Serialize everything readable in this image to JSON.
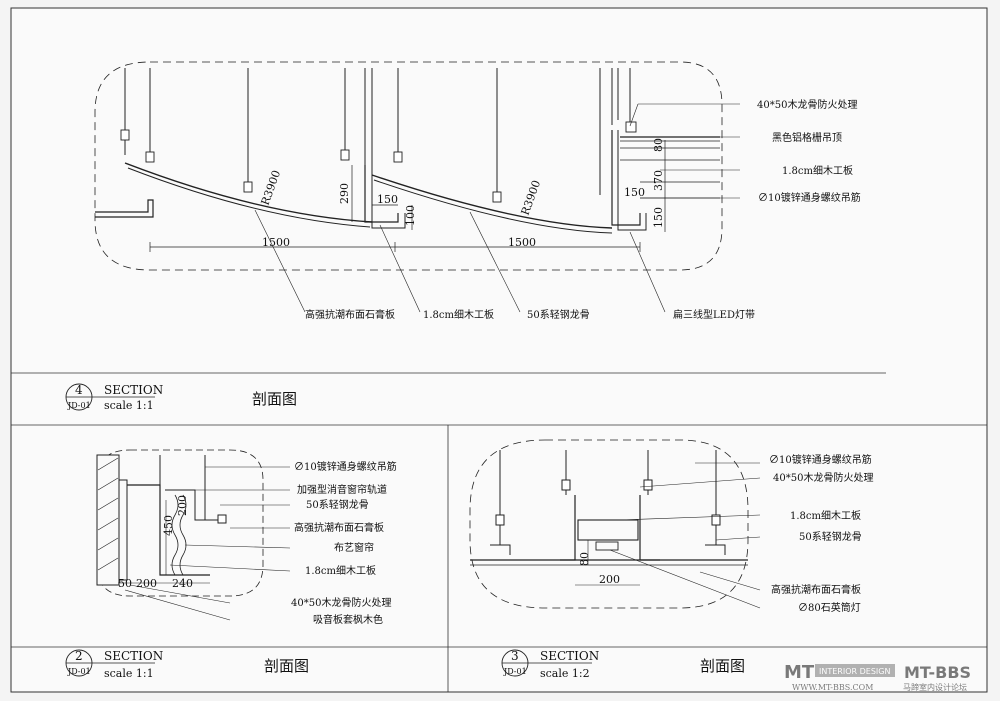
{
  "section4": {
    "number": "4",
    "sheet": "JD-01",
    "title": "SECTION",
    "scale": "scale 1:1",
    "caption": "剖面图",
    "right_labels": [
      "40*50木龙骨防火处理",
      "黑色铝格栅吊顶",
      "1.8cm细木工板",
      "∅10镀锌通身螺纹吊筋"
    ],
    "bottom_labels": [
      "高强抗潮布面石膏板",
      "1.8cm细木工板",
      "50系轻钢龙骨",
      "扁三线型LED灯带"
    ],
    "dims": {
      "d1500a": "1500",
      "d1500b": "1500",
      "r1": "R3900",
      "r2": "R3900",
      "d290": "290",
      "d150a": "150",
      "d100": "100",
      "d80": "80",
      "d370": "370",
      "d150b": "150",
      "d150c": "150"
    }
  },
  "section2": {
    "number": "2",
    "sheet": "JD-01",
    "title": "SECTION",
    "scale": "scale 1:1",
    "caption": "剖面图",
    "labels": [
      "∅10镀锌通身螺纹吊筋",
      "加强型消音窗帘轨道",
      "50系轻钢龙骨",
      "高强抗潮布面石膏板",
      "布艺窗帘",
      "1.8cm细木工板",
      "40*50木龙骨防火处理",
      "吸音板套枫木色"
    ],
    "dims": {
      "d450": "450",
      "d200v": "200",
      "d50": "50",
      "d200": "200",
      "d240": "240"
    }
  },
  "section3": {
    "number": "3",
    "sheet": "JD-01",
    "title": "SECTION",
    "scale": "scale 1:2",
    "caption": "剖面图",
    "labels": [
      "∅10镀锌通身螺纹吊筋",
      "40*50木龙骨防火处理",
      "1.8cm细木工板",
      "50系轻钢龙骨",
      "高强抗潮布面石膏板",
      "∅80石英筒灯"
    ],
    "dims": {
      "d80": "80",
      "d200": "200"
    }
  },
  "watermark": {
    "brand": "MT",
    "tag": "INTERIOR DESIGN",
    "brand2": "MT-BBS",
    "url": "WWW.MT-BBS.COM",
    "cn": "马蹄室内设计论坛"
  }
}
